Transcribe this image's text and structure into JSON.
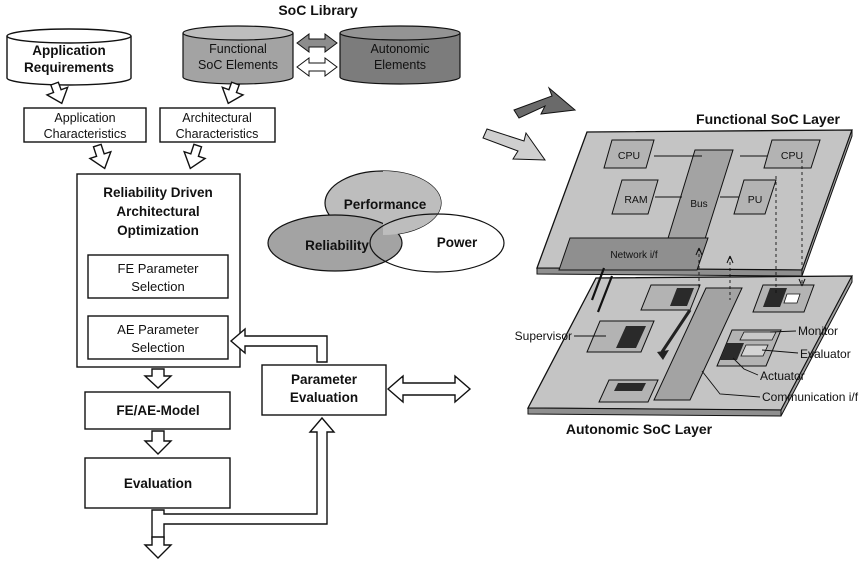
{
  "library": {
    "title": "SoC Library",
    "functional_elements": [
      "Functional",
      "SoC Elements"
    ],
    "autonomic_elements": [
      "Autonomic",
      "Elements"
    ]
  },
  "flow": {
    "application_requirements": [
      "Application",
      "Requirements"
    ],
    "application_characteristics": [
      "Application",
      "Characteristics"
    ],
    "architectural_characteristics": [
      "Architectural",
      "Characteristics"
    ],
    "optimization_title": [
      "Reliability Driven",
      "Architectural",
      "Optimization"
    ],
    "fe_parameter_selection": [
      "FE Parameter",
      "Selection"
    ],
    "ae_parameter_selection": [
      "AE Parameter",
      "Selection"
    ],
    "fe_ae_model": "FE/AE-Model",
    "evaluation": "Evaluation",
    "parameter_evaluation": [
      "Parameter",
      "Evaluation"
    ]
  },
  "tradeoff": {
    "performance": "Performance",
    "reliability": "Reliability",
    "power": "Power"
  },
  "layers": {
    "functional_title": "Functional SoC Layer",
    "autonomic_title": "Autonomic SoC Layer",
    "functional_blocks": {
      "cpu_left": "CPU",
      "cpu_right": "CPU",
      "ram": "RAM",
      "bus": "Bus",
      "pu": "PU",
      "network_if": "Network i/f"
    },
    "labels": {
      "supervisor": "Supervisor",
      "monitor": "Monitor",
      "evaluator": "Evaluator",
      "actuator": "Actuator",
      "communication_if": "Communication i/f"
    }
  },
  "colors": {
    "light_gray": "#c4c4c4",
    "mid_gray": "#a3a3a3",
    "dark_gray": "#7c7c7c",
    "darkest": "#2a2a2a"
  }
}
